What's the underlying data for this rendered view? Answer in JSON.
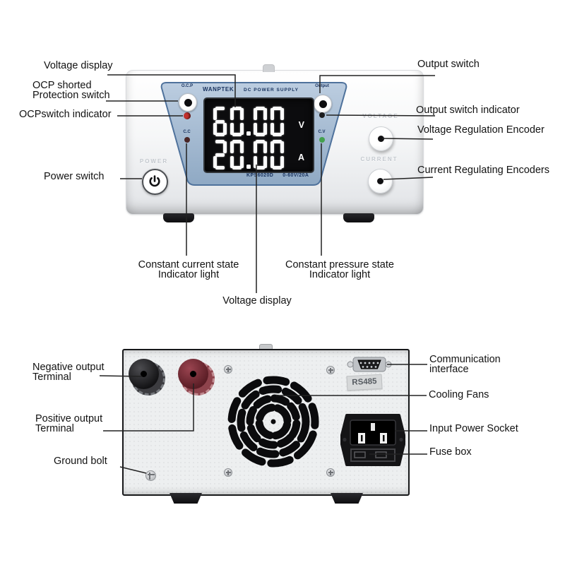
{
  "title": "Wanptek KPS6020D DC power supply annotated diagram (front and rear views)",
  "annotations": {
    "voltage_display_top": "Voltage display",
    "ocp_protection": [
      "OCP shorted",
      "Protection switch"
    ],
    "ocp_indicator": "OCPswitch indicator",
    "power_switch": "Power switch",
    "output_switch": "Output switch",
    "output_indicator": "Output switch indicator",
    "voltage_encoder": "Voltage Regulation Encoder",
    "current_encoder": "Current Regulating Encoders",
    "constant_current": [
      "Constant current state",
      "Indicator light"
    ],
    "constant_pressure": [
      "Constant pressure state",
      "Indicator light"
    ],
    "voltage_display_bottom": "Voltage display",
    "negative_terminal": [
      "Negative output",
      "Terminal"
    ],
    "positive_terminal": [
      "Positive output",
      "Terminal"
    ],
    "ground_bolt": "Ground bolt",
    "communication": [
      "Communication",
      "interface"
    ],
    "cooling_fans": "Cooling Fans",
    "input_power_socket": "Input Power Socket",
    "fuse_box": "Fuse box"
  },
  "device_front": {
    "brand": "WANPTEK",
    "header": "DC POWER SUPPLY",
    "ocp_button_label": "O.C.P",
    "output_button_label": "Output",
    "cc_label": "C.C",
    "cv_label": "C.V",
    "voltage_value": "60.00",
    "voltage_unit": "V",
    "current_value": "20.00",
    "current_unit": "A",
    "model": "KPS6020D",
    "rating": "0-60V/20A",
    "power_label": "POWER",
    "voltage_knob_label": "VOLTAGE",
    "current_knob_label": "CURRENT"
  },
  "device_back": {
    "port_label": "RS485"
  },
  "colors": {
    "panel_blue": "#9fb6cf",
    "panel_blue_border": "#4f729c",
    "lcd_background": "#0c0c0e",
    "digit_white": "#fbfbfb",
    "ocp_indicator_red": "#c2302d",
    "cc_indicator_dark": "#4a2626",
    "cv_indicator_green": "#44a04e",
    "output_indicator_black": "#1c1c1e",
    "negative_terminal_black": "#1c1c1e",
    "positive_terminal_red": "#7d2a33",
    "label_text": "#121212"
  }
}
